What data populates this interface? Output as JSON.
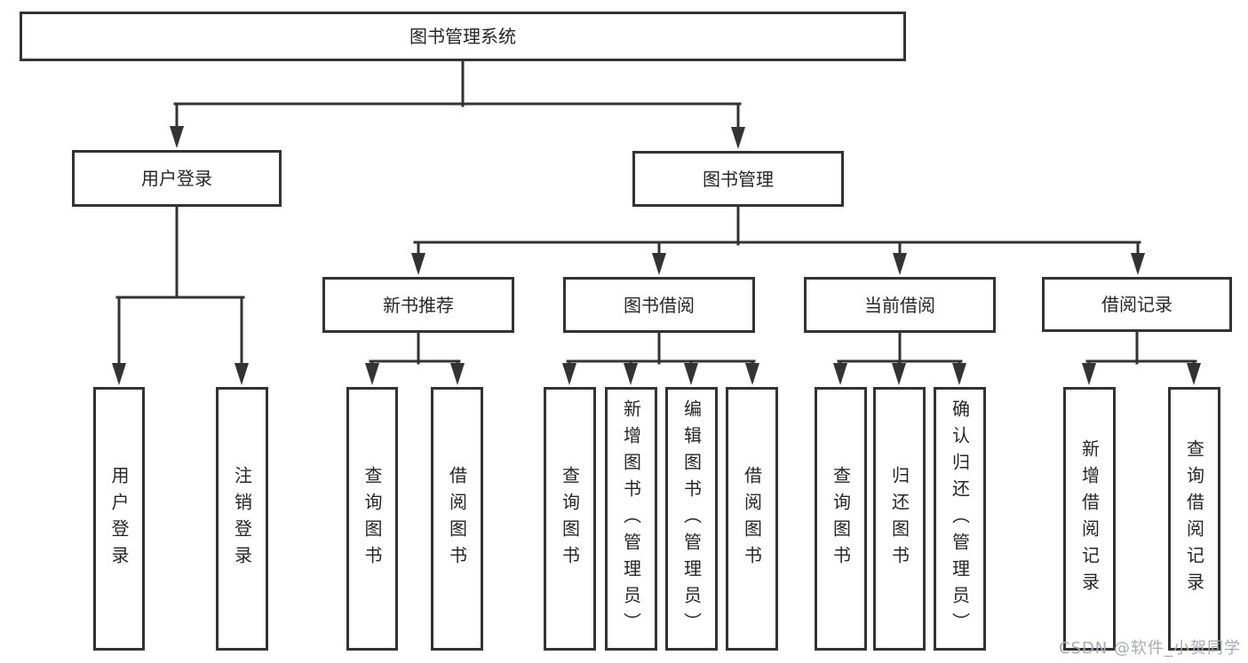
{
  "tree": {
    "root": "图书管理系统",
    "branches": [
      {
        "label": "用户登录",
        "children": [
          "用户登录",
          "注销登录"
        ]
      },
      {
        "label": "图书管理",
        "children": [
          {
            "label": "新书推荐",
            "children": [
              "查询图书",
              "借阅图书"
            ]
          },
          {
            "label": "图书借阅",
            "children": [
              "查询图书",
              "新增图书（管理员）",
              "编辑图书（管理员）",
              "借阅图书"
            ]
          },
          {
            "label": "当前借阅",
            "children": [
              "查询图书",
              "归还图书",
              "确认归还（管理员）"
            ]
          },
          {
            "label": "借阅记录",
            "children": [
              "新增借阅记录",
              "查询借阅记录"
            ]
          }
        ]
      }
    ]
  },
  "watermark": "CSDN @软件_小贺同学",
  "colors": {
    "line": "#333333",
    "text": "#262626",
    "node_fill": "#ffffff",
    "watermark": "#a6abb5",
    "background": "#ffffff"
  }
}
